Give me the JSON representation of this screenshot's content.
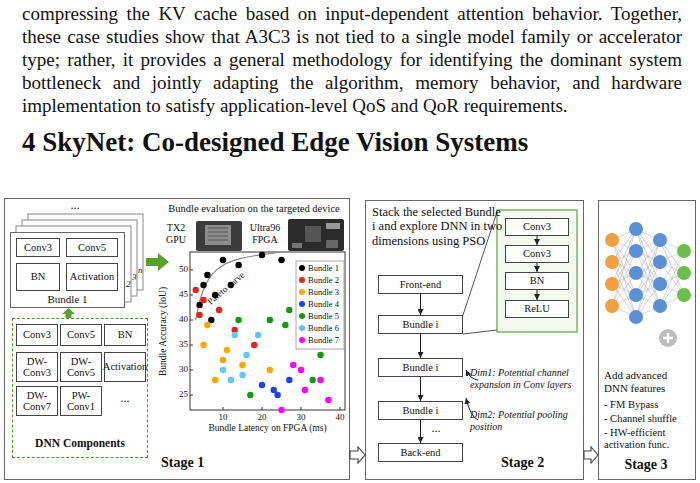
{
  "diagram": {
    "title": "4 SkyNet: Co-designed Edge Vision Systems",
    "nodes": [
      {
        "text": [
          "Stage 1"
        ]
      },
      {
        "text": [
          "Bundle 1"
        ],
        "in": 0
      },
      {
        "text": [
          "Conv3"
        ],
        "in": 1
      },
      {
        "text": [
          "Conv5"
        ],
        "in": 1
      },
      {
        "text": [
          "BN"
        ],
        "in": 1
      },
      {
        "text": [
          "Activation"
        ],
        "in": 1
      },
      {
        "text": [
          "DNN Components"
        ],
        "in": 0
      },
      {
        "text": [
          "Conv3"
        ],
        "in": 6
      },
      {
        "text": [
          "Conv5"
        ],
        "in": 6
      },
      {
        "text": [
          "BN"
        ],
        "in": 6
      },
      {
        "text": [
          "DW-Conv3"
        ],
        "in": 6
      },
      {
        "text": [
          "DW-Conv5"
        ],
        "in": 6
      },
      {
        "text": [
          "Activation"
        ],
        "in": 6
      },
      {
        "text": [
          "DW-Conv7"
        ],
        "in": 6
      },
      {
        "text": [
          "PW-Conv1"
        ],
        "in": 6
      },
      {
        "text": [
          "Stack the selected Bundle i and explore DNN in two dimensions using PSO",
          "Stage 2"
        ]
      },
      {
        "text": [
          "Front-end"
        ],
        "in": 15
      },
      {
        "text": [
          "Bundle i"
        ],
        "in": 15
      },
      {
        "text": [
          "Bundle i"
        ],
        "in": 15
      },
      {
        "text": [
          "Bundle i"
        ],
        "in": 15
      },
      {
        "text": [
          "Back-end"
        ],
        "in": 15
      },
      {
        "text": [
          "Conv3"
        ],
        "in": 15
      },
      {
        "text": [
          "Conv3"
        ],
        "in": 15
      },
      {
        "text": [
          "BN"
        ],
        "in": 15
      },
      {
        "text": [
          "ReLU"
        ],
        "in": 15
      },
      {
        "text": [
          "Add advanced DNN features",
          "- FM Bypass",
          "- Channel shuffle",
          "- HW-efficient activation func.",
          "Stage 3"
        ]
      }
    ],
    "edges": [
      {
        "from": 6,
        "to": 1,
        "arrow": "to"
      },
      {
        "from": 0,
        "to": 15,
        "arrow": "to"
      },
      {
        "from": 15,
        "to": 25,
        "arrow": "to"
      },
      {
        "from": 16,
        "to": 17,
        "arrow": "to"
      },
      {
        "from": 17,
        "to": 18,
        "arrow": "to"
      },
      {
        "from": 18,
        "to": 19,
        "arrow": "to"
      },
      {
        "from": 19,
        "to": 20,
        "arrow": "to"
      },
      {
        "from": 21,
        "to": 22,
        "arrow": "to"
      },
      {
        "from": 22,
        "to": 23,
        "arrow": "to"
      },
      {
        "from": 23,
        "to": 24,
        "arrow": "to"
      }
    ],
    "labels": [
      "compressing the KV cache based on input-dependent attention behavior. Together, these case studies show that A3C3 is not tied to a single model family or accelerator type; rather, it provides a general methodology for identifying the dominant system bottleneck and jointly adapting the algorithm, memory behavior, and hardware implementation to satisfy application-level QoS and QoR requirements.",
      "...",
      "2",
      "3",
      "n",
      "...",
      "Bundle evaluation on the targeted device",
      "TX2 GPU",
      "Ultra96 FPGA",
      "Pareto curve",
      "Bundle Accuracy (IoU)",
      "25",
      "30",
      "35",
      "40",
      "45",
      "50",
      "10",
      "20",
      "30",
      "40",
      "Bundle Latency on FPGA (ms)",
      "Dim1: Potential channel expansion in Conv layers",
      "Dim2: Potential pooling position",
      "..."
    ],
    "legend": [
      {
        "text": "Bundle 1",
        "color": "#000000"
      },
      {
        "text": "Bundle 2",
        "color": "#e8211c"
      },
      {
        "text": "Bundle 3",
        "color": "#ffa500"
      },
      {
        "text": "Bundle 4",
        "color": "#1f3fff"
      },
      {
        "text": "Bundle 5",
        "color": "#109a10"
      },
      {
        "text": "Bundle 6",
        "color": "#5cc8f5"
      },
      {
        "text": "Bundle 7",
        "color": "#ff00ff"
      }
    ]
  }
}
